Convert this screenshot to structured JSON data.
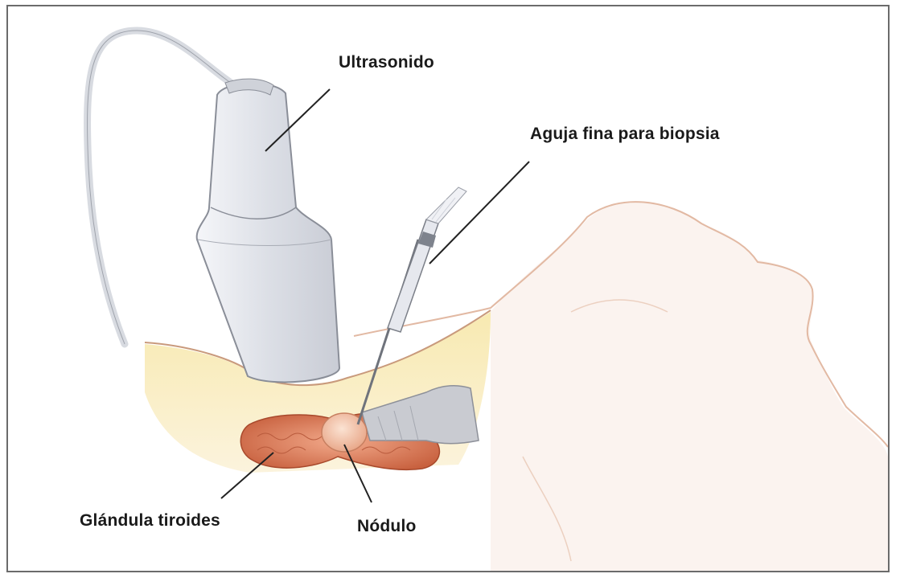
{
  "labels": {
    "ultrasound": "Ultrasonido",
    "needle": "Aguja fina para biopsia",
    "thyroid": "Glándula tiroides",
    "nodule": "Nódulo"
  },
  "colors": {
    "skin_line": "#e2b9a3",
    "tissue_fill": "#f3e3a8",
    "thyroid": "#d9785a",
    "probe": "#e4e6ec",
    "leader_line": "#222222"
  }
}
